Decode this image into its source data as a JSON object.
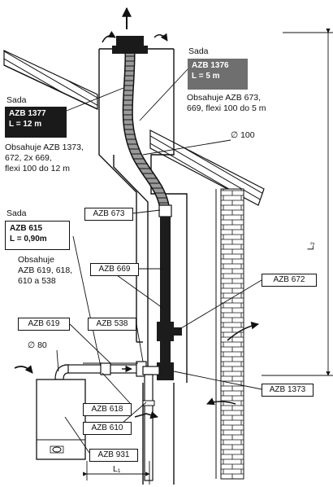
{
  "kit_word": "Sada",
  "kits": {
    "azb1377": {
      "code": "AZB 1377",
      "length": "L = 12 m",
      "contents": [
        "Obsahuje AZB 1373,",
        "672, 2x 669,",
        "flexi 100 do 12 m"
      ]
    },
    "azb1376": {
      "code": "AZB 1376",
      "length": "L = 5 m",
      "contents": [
        "Obsahuje AZB 673,",
        "669, flexi 100 do 5 m"
      ]
    },
    "azb615": {
      "code": "AZB 615",
      "length": "L = 0,90m",
      "contents": [
        "Obsahuje",
        "AZB 619, 618,",
        "610 a 538"
      ]
    }
  },
  "parts": {
    "azb673": "AZB  673",
    "azb669": "AZB  669",
    "azb538": "AZB  538",
    "azb619": "AZB  619",
    "azb672": "AZB   672",
    "azb1373": "AZB 1373",
    "azb618": "AZB  618",
    "azb610": "AZB  610",
    "azb931": "AZB  931"
  },
  "diameters": {
    "d100": "∅ 100",
    "d80": "∅ 80"
  },
  "dimensions": {
    "l1": "L₁",
    "l2": "L₂"
  },
  "icons": [
    "flow-arrow-icon",
    "air-intake-arrow-icon",
    "exhaust-arrow-icon"
  ]
}
